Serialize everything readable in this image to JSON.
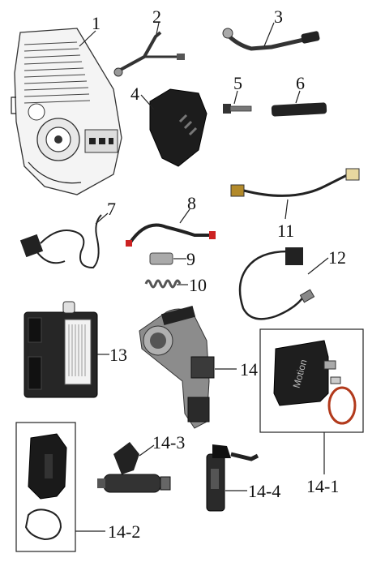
{
  "callouts": {
    "c1": "1",
    "c2": "2",
    "c3": "3",
    "c4": "4",
    "c5": "5",
    "c6": "6",
    "c7": "7",
    "c8": "8",
    "c9": "9",
    "c10": "10",
    "c11": "11",
    "c12": "12",
    "c13": "13",
    "c14": "14",
    "c14_1": "14-1",
    "c14_2": "14-2",
    "c14_3": "14-3",
    "c14_4": "14-4"
  },
  "markings": {
    "iac_brand": "Motion"
  }
}
